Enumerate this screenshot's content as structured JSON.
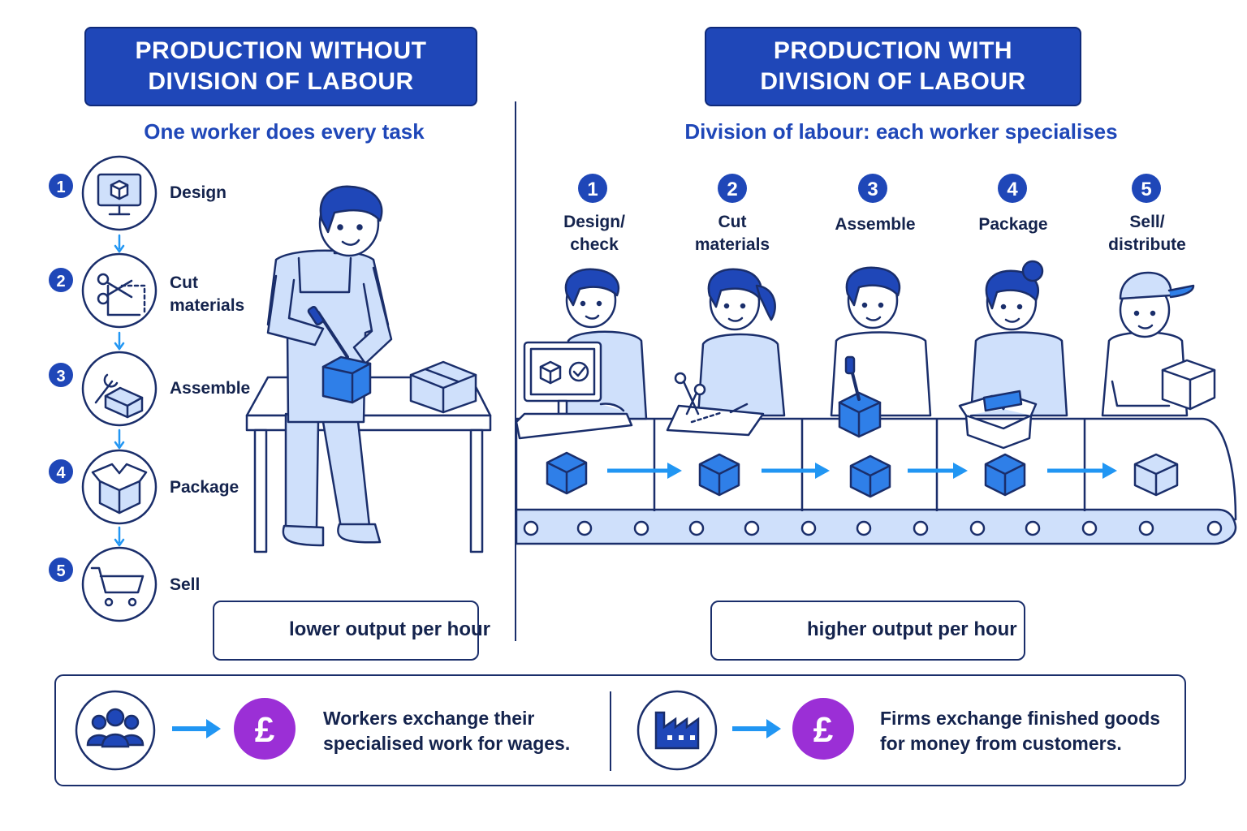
{
  "left": {
    "title_line1": "PRODUCTION WITHOUT",
    "title_line2": "DIVISION OF LABOUR",
    "subtitle": "One worker does every task",
    "steps": [
      {
        "num": "1",
        "label_line1": "Design",
        "label_line2": "",
        "icon": "computer-cube-icon"
      },
      {
        "num": "2",
        "label_line1": "Cut",
        "label_line2": "materials",
        "icon": "scissors-icon"
      },
      {
        "num": "3",
        "label_line1": "Assemble",
        "label_line2": "",
        "icon": "wrench-box-icon"
      },
      {
        "num": "4",
        "label_line1": "Package",
        "label_line2": "",
        "icon": "open-box-icon"
      },
      {
        "num": "5",
        "label_line1": "Sell",
        "label_line2": "",
        "icon": "shopping-cart-icon"
      }
    ],
    "output": "lower output per hour"
  },
  "right": {
    "title_line1": "PRODUCTION WITH",
    "title_line2": "DIVISION OF LABOUR",
    "subtitle": "Division of labour: each worker specialises",
    "steps": [
      {
        "num": "1",
        "label_line1": "Design/",
        "label_line2": "check"
      },
      {
        "num": "2",
        "label_line1": "Cut",
        "label_line2": "materials"
      },
      {
        "num": "3",
        "label_line1": "Assemble",
        "label_line2": ""
      },
      {
        "num": "4",
        "label_line1": "Package",
        "label_line2": ""
      },
      {
        "num": "5",
        "label_line1": "Sell/",
        "label_line2": "distribute"
      }
    ],
    "output": "higher output per hour"
  },
  "exchange": [
    {
      "icon_from": "workers-group-icon",
      "icon_to": "pound-coin-icon",
      "line1": "Workers exchange their",
      "line2": "specialised work for wages."
    },
    {
      "icon_from": "factory-icon",
      "icon_to": "pound-coin-icon",
      "line1": "Firms exchange finished goods",
      "line2": "for money from customers."
    }
  ],
  "pound_symbol": "£",
  "colors": {
    "brand_blue": "#1f47b8",
    "navy": "#1a2e6b",
    "light_blue": "#cfe0fb",
    "cube_blue": "#2f7fe8",
    "purple": "#9b2fd6",
    "arrow_blue": "#2196f3"
  }
}
